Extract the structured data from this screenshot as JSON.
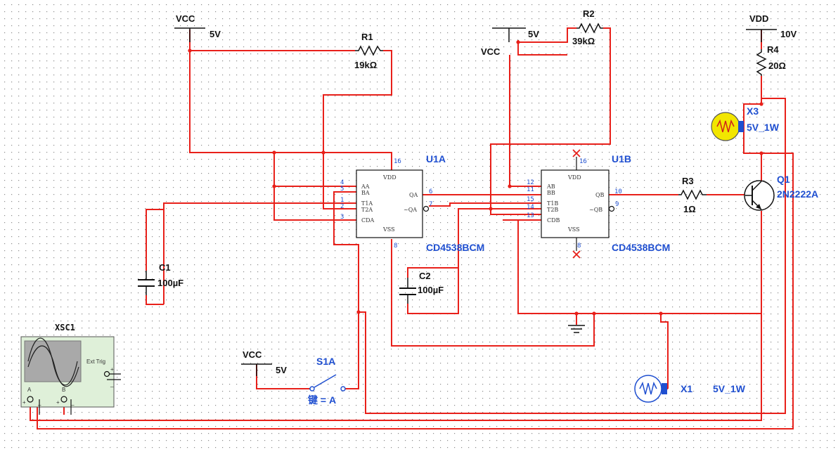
{
  "theme": {
    "wire_color": "#e8201a",
    "component_color": "#111111",
    "label_blue": "#1f4fd0",
    "grid_dot_color": "#8c8c8c",
    "background": "#ffffff",
    "bulb_fill": "#f2e600",
    "scope_fill": "#dff0d9",
    "scope_screen": "#a9a9a9",
    "x_mark_color": "#e8201a"
  },
  "supplies": {
    "vcc1": {
      "name": "VCC",
      "value": "5V"
    },
    "vcc2": {
      "name": "VCC",
      "value": "5V"
    },
    "vcc3": {
      "name": "VCC",
      "value": "5V"
    },
    "vdd": {
      "name": "VDD",
      "value": "10V"
    }
  },
  "resistors": {
    "r1": {
      "ref": "R1",
      "value": "19kΩ"
    },
    "r2": {
      "ref": "R2",
      "value": "39kΩ"
    },
    "r3": {
      "ref": "R3",
      "value": "1Ω"
    },
    "r4": {
      "ref": "R4",
      "value": "20Ω"
    }
  },
  "capacitors": {
    "c1": {
      "ref": "C1",
      "value": "100µF"
    },
    "c2": {
      "ref": "C2",
      "value": "100µF"
    }
  },
  "chips": {
    "u1a": {
      "ref": "U1A",
      "part": "CD4538BCM",
      "vdd": "VDD",
      "vss": "VSS",
      "pins_left": [
        {
          "num": "4",
          "name": "AA"
        },
        {
          "num": "5",
          "name": "BA"
        },
        {
          "num": "1",
          "name": "T1A"
        },
        {
          "num": "2",
          "name": "T2A"
        },
        {
          "num": "3",
          "name": "CDA"
        }
      ],
      "pin_top": "16",
      "pin_bottom": "8",
      "out_q": {
        "num": "6",
        "name": "QA"
      },
      "out_nq": {
        "num": "7",
        "name": "~QA"
      }
    },
    "u1b": {
      "ref": "U1B",
      "part": "CD4538BCM",
      "vdd": "VDD",
      "vss": "VSS",
      "pins_left": [
        {
          "num": "12",
          "name": "AB"
        },
        {
          "num": "11",
          "name": "BB"
        },
        {
          "num": "15",
          "name": "T1B"
        },
        {
          "num": "14",
          "name": "T2B"
        },
        {
          "num": "13",
          "name": "CDB"
        }
      ],
      "pin_top": "16",
      "pin_bottom": "8",
      "out_q": {
        "num": "10",
        "name": "QB"
      },
      "out_nq": {
        "num": "9",
        "name": "~QB"
      }
    }
  },
  "transistor": {
    "ref": "Q1",
    "part": "2N2222A"
  },
  "lamps": {
    "x3": {
      "ref": "X3",
      "value": "5V_1W",
      "state": "lit"
    },
    "x1": {
      "ref": "X1",
      "value": "5V_1W",
      "state": "off"
    }
  },
  "switch": {
    "ref": "S1A",
    "key_label": "键 = A"
  },
  "oscilloscope": {
    "ref": "XSC1",
    "ext_trig": "Ext Trig",
    "channel_a": "A",
    "channel_b": "B",
    "plus": "+",
    "minus": "_"
  }
}
